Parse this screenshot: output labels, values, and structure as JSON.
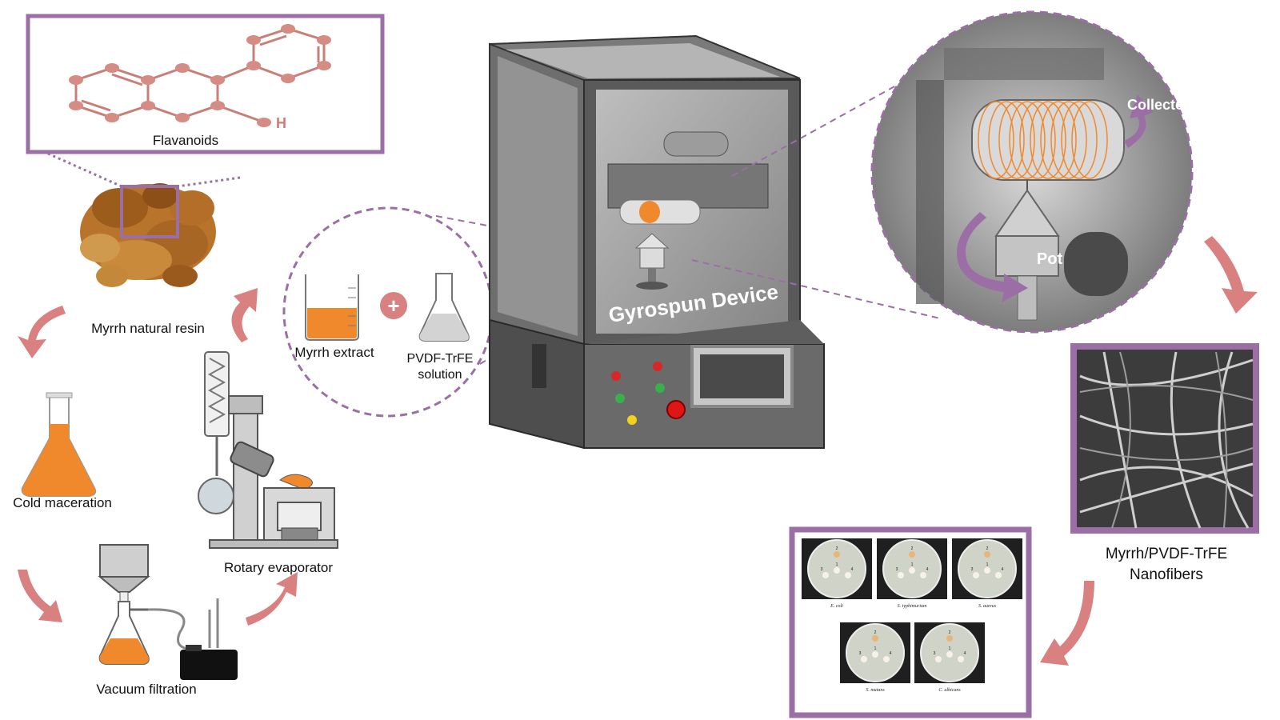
{
  "labels": {
    "flavanoids": "Flavanoids",
    "hydrogen": "H",
    "myrrh_resin": "Myrrh natural resin",
    "cold_maceration": "Cold maceration",
    "vacuum_filtration": "Vacuum filtration",
    "rotary_evaporator": "Rotary evaporator",
    "myrrh_extract": "Myrrh extract",
    "pvdf_solution_line1": "PVDF-TrFE",
    "pvdf_solution_line2": "solution",
    "plus": "+",
    "gyrospun_device": "Gyrospun Device",
    "collector": "Collector",
    "pot": "Pot",
    "nanofibers_line1": "Myrrh/PVDF-TrFE",
    "nanofibers_line2": "Nanofibers"
  },
  "plates": {
    "numbers": [
      "1",
      "2",
      "3",
      "4"
    ],
    "organisms": [
      "E. coli",
      "S. typhimurium",
      "S. aureus",
      "S. mutans",
      "C. albicans"
    ]
  },
  "colors": {
    "accent_purple": "#9b6fa5",
    "arrow_pink": "#d98080",
    "liquid_orange": "#f0892b",
    "atom_fill": "#d48c84",
    "device_gray": "#5a5a5a"
  }
}
